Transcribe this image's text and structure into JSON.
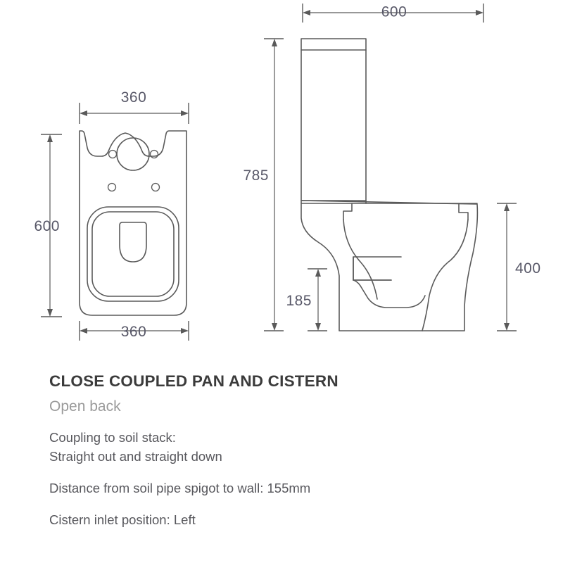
{
  "document": {
    "type": "product-technical-drawing",
    "background_color": "#ffffff",
    "line_color": "#5a5a5a",
    "dimension_text_color": "#585868"
  },
  "plan_view": {
    "name": "plan-view-pan",
    "dimensions": {
      "top_width": "360",
      "bottom_width": "360",
      "height": "600"
    },
    "unit_implied": "mm"
  },
  "side_view": {
    "name": "side-elevation-pan-and-cistern",
    "dimensions": {
      "depth": "600",
      "total_height": "785",
      "outlet_height": "185",
      "pan_height": "400"
    },
    "unit_implied": "mm"
  },
  "specification": {
    "title": "CLOSE COUPLED PAN AND CISTERN",
    "subtitle": "Open back",
    "coupling_label": "Coupling to soil stack:",
    "coupling_value": "Straight out and straight down",
    "spigot_distance": "Distance from soil pipe spigot to wall: 155mm",
    "cistern_inlet": "Cistern inlet position: Left"
  }
}
